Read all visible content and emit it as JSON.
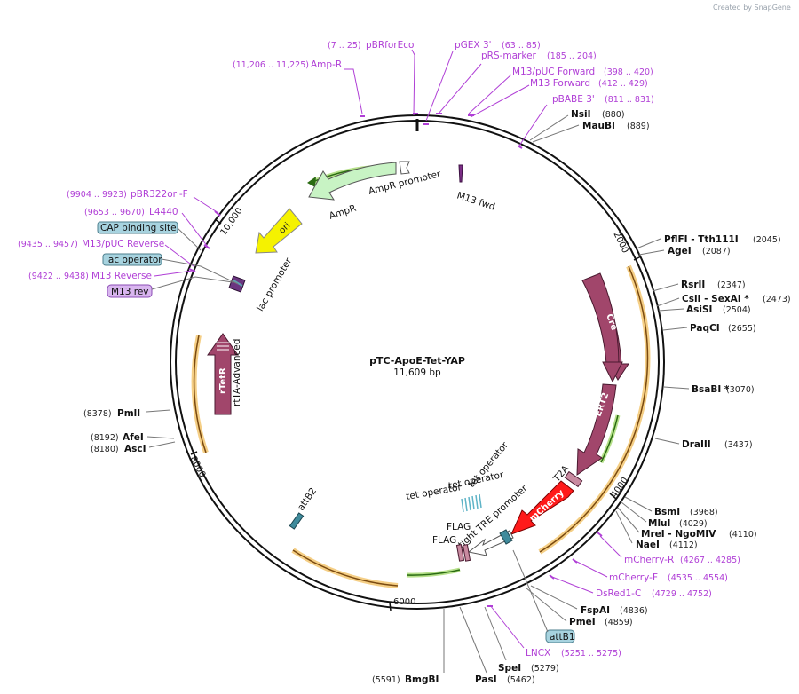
{
  "watermark": "Created by SnapGene",
  "plasmid": {
    "name": "pTC-ApoE-Tet-YAP",
    "size": "11,609 bp"
  },
  "ruler": {
    "r2000": "2000",
    "r4000": "4000",
    "r6000": "6000",
    "r8000": "8000",
    "r10000": "10,000"
  },
  "primers": [
    {
      "name": "pBRforEco",
      "coords": "(7 .. 25)"
    },
    {
      "name": "Amp-R",
      "coords": "(11,206 .. 11,225)"
    },
    {
      "name": "pGEX 3'",
      "coords": "(63 .. 85)"
    },
    {
      "name": "pRS-marker",
      "coords": "(185 .. 204)"
    },
    {
      "name": "M13/pUC Forward",
      "coords": "(398 .. 420)"
    },
    {
      "name": "M13 Forward",
      "coords": "(412 .. 429)"
    },
    {
      "name": "pBABE 3'",
      "coords": "(811 .. 831)"
    },
    {
      "name": "pBR322ori-F",
      "coords": "(9904 .. 9923)"
    },
    {
      "name": "L4440",
      "coords": "(9653 .. 9670)"
    },
    {
      "name": "M13/pUC Reverse",
      "coords": "(9435 .. 9457)"
    },
    {
      "name": "M13 Reverse",
      "coords": "(9422 .. 9438)"
    },
    {
      "name": "mCherry-R",
      "coords": "(4267 .. 4285)"
    },
    {
      "name": "mCherry-F",
      "coords": "(4535 .. 4554)"
    },
    {
      "name": "DsRed1-C",
      "coords": "(4729 .. 4752)"
    },
    {
      "name": "LNCX",
      "coords": "(5251 .. 5275)"
    }
  ],
  "enzymes": [
    {
      "name": "NsiI",
      "pos": "(880)"
    },
    {
      "name": "MauBI",
      "pos": "(889)"
    },
    {
      "name": "PflFI - Tth111I",
      "pos": "(2045)"
    },
    {
      "name": "AgeI",
      "pos": "(2087)"
    },
    {
      "name": "RsrII",
      "pos": "(2347)"
    },
    {
      "name": "CsiI - SexAI *",
      "pos": "(2473)"
    },
    {
      "name": "AsiSI",
      "pos": "(2504)"
    },
    {
      "name": "PaqCI",
      "pos": "(2655)"
    },
    {
      "name": "BsaBI *",
      "pos": "(3070)"
    },
    {
      "name": "DraIII",
      "pos": "(3437)"
    },
    {
      "name": "BsmI",
      "pos": "(3968)"
    },
    {
      "name": "MluI",
      "pos": "(4029)"
    },
    {
      "name": "MreI - NgoMIV",
      "pos": "(4110)"
    },
    {
      "name": "NaeI",
      "pos": "(4112)"
    },
    {
      "name": "FspAI",
      "pos": "(4836)"
    },
    {
      "name": "PmeI",
      "pos": "(4859)"
    },
    {
      "name": "SpeI",
      "pos": "(5279)"
    },
    {
      "name": "PasI",
      "pos": "(5462)"
    },
    {
      "name": "BmgBI",
      "pos": "(5591)"
    },
    {
      "name": "PmlI",
      "pos": "(8378)"
    },
    {
      "name": "AfeI",
      "pos": "(8192)"
    },
    {
      "name": "AscI",
      "pos": "(8180)"
    }
  ],
  "boxes": {
    "cap": "CAP binding site",
    "lacop": "lac operator",
    "m13rev": "M13 rev",
    "attb1": "attB1"
  },
  "features": {
    "m13fwd": "M13 fwd",
    "ampr": "AmpR",
    "ampr_promoter": "AmpR promoter",
    "ori": "ori",
    "lac_promoter": "lac promoter",
    "rtta": "rtTA-Advanced",
    "tetr": "rTetR",
    "cre": "Cre",
    "ert2": "ERT2",
    "t2a": "T2A",
    "mcherry": "mCherry",
    "tre": "tight TRE promoter",
    "tetop1": "tet operator",
    "tetop2": "tet operator",
    "tetop3": "tet operator",
    "flag1": "FLAG",
    "flag2": "FLAG",
    "attb2": "attB2"
  }
}
